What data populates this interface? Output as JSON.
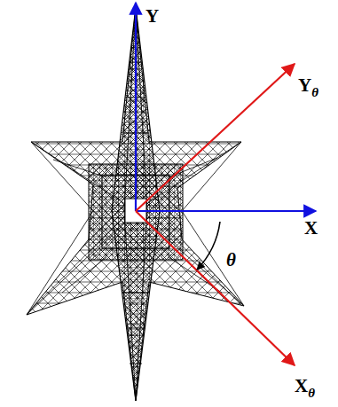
{
  "diagram": {
    "labels": [
      "Y",
      "Yθ",
      "X",
      "θ",
      "Xθ"
    ]
  }
}
